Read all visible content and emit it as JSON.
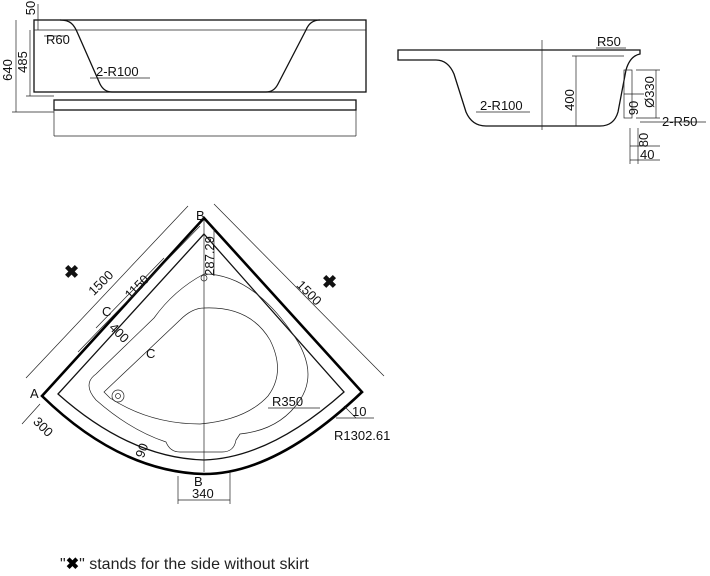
{
  "front_view": {
    "dim_total_height": "640",
    "dim_inner_height": "485",
    "dim_rim": "50",
    "radius_top": "R60",
    "radius_bottom": "2-R100"
  },
  "side_view": {
    "radius_rim": "R50",
    "radius_bottom": "2-R100",
    "depth": "400",
    "overflow_diameter": "Ø330",
    "overflow_offset": "90",
    "radius_small": "2-R50",
    "foot_height": "80",
    "foot_width": "40"
  },
  "plan_view": {
    "section_b_top": "B",
    "section_b_bottom": "B",
    "section_c_top": "C",
    "section_c_bottom": "C",
    "point_a": "A",
    "side_left": "1500",
    "side_right": "1500",
    "inner_length": "1150",
    "seat_width": "400",
    "depth_top": "287.29",
    "corner_width": "300",
    "rim_width": "90",
    "outlet_width": "340",
    "radius_inner": "R350",
    "offset": "10",
    "radius_front": "R1302.61",
    "no_skirt_marker": "✖"
  },
  "legend": {
    "quote_open": "\"",
    "marker": "✖",
    "text": "\" stands for the side without skirt"
  }
}
